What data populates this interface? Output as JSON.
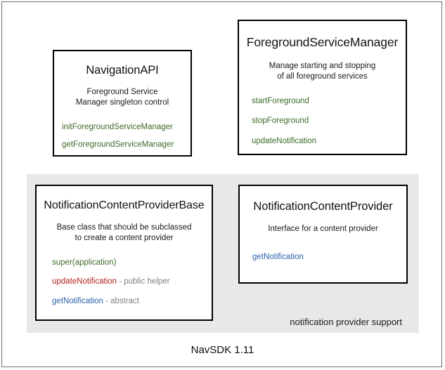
{
  "figure": {
    "caption": "NavSDK 1.11",
    "group_panel_label": "notification provider support"
  },
  "colors": {
    "method_green": "#3d6b2a",
    "method_red": "#b32121",
    "method_blue": "#2a5fa8",
    "note_gray": "#808080",
    "panel_background": "#e8e8e8",
    "box_border": "#000000",
    "frame_border": "#6e6e6e"
  },
  "boxes": {
    "navigation_api": {
      "title": "NavigationAPI",
      "description_line1": "Foreground Service",
      "description_line2": "Manager singleton control",
      "members": [
        {
          "name": "initForegroundServiceManager",
          "note": "",
          "color": "green"
        },
        {
          "name": "getForegroundServiceManager",
          "note": "",
          "color": "green"
        }
      ]
    },
    "foreground_service_manager": {
      "title": "ForegroundServiceManager",
      "description_line1": "Manage starting and stopping",
      "description_line2": "of all foreground services",
      "members": [
        {
          "name": "startForeground",
          "note": "",
          "color": "green"
        },
        {
          "name": "stopForeground",
          "note": "",
          "color": "green"
        },
        {
          "name": "updateNotification",
          "note": "",
          "color": "green"
        }
      ]
    },
    "notification_content_provider_base": {
      "title": "NotificationContentProviderBase",
      "description_line1": "Base class that should be subclassed",
      "description_line2": "to create a content provider",
      "members": [
        {
          "name": "super(application)",
          "note": "",
          "color": "green"
        },
        {
          "name": "updateNotification",
          "note": " - public helper",
          "color": "red"
        },
        {
          "name": "getNotification",
          "note": " - abstract",
          "color": "blue"
        }
      ]
    },
    "notification_content_provider": {
      "title": "NotificationContentProvider",
      "description_line1": "Interface for a content provider",
      "description_line2": "",
      "members": [
        {
          "name": "getNotification",
          "note": "",
          "color": "blue"
        }
      ]
    }
  }
}
